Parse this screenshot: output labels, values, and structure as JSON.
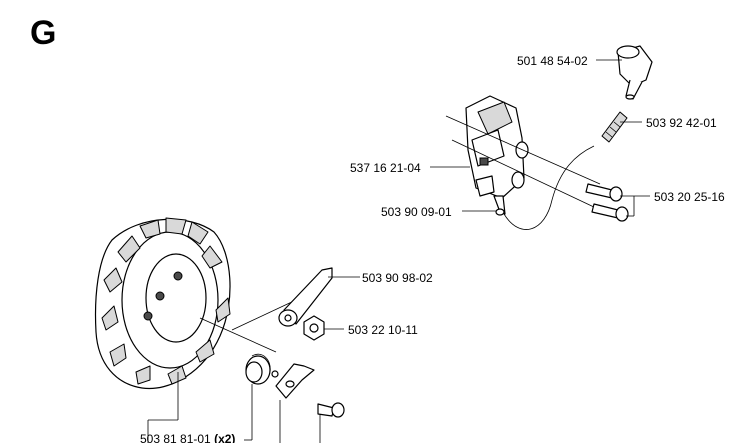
{
  "section": "G",
  "parts": [
    {
      "number": "501 48 54-02"
    },
    {
      "number": "503 92 42-01"
    },
    {
      "number": "537 16 21-04"
    },
    {
      "number": "503 20 25-16"
    },
    {
      "number": "503 90 09-01"
    },
    {
      "number": "503 90 98-02"
    },
    {
      "number": "503 22 10-11"
    },
    {
      "number": "503 81 81-01",
      "qty": "(x2)"
    }
  ]
}
